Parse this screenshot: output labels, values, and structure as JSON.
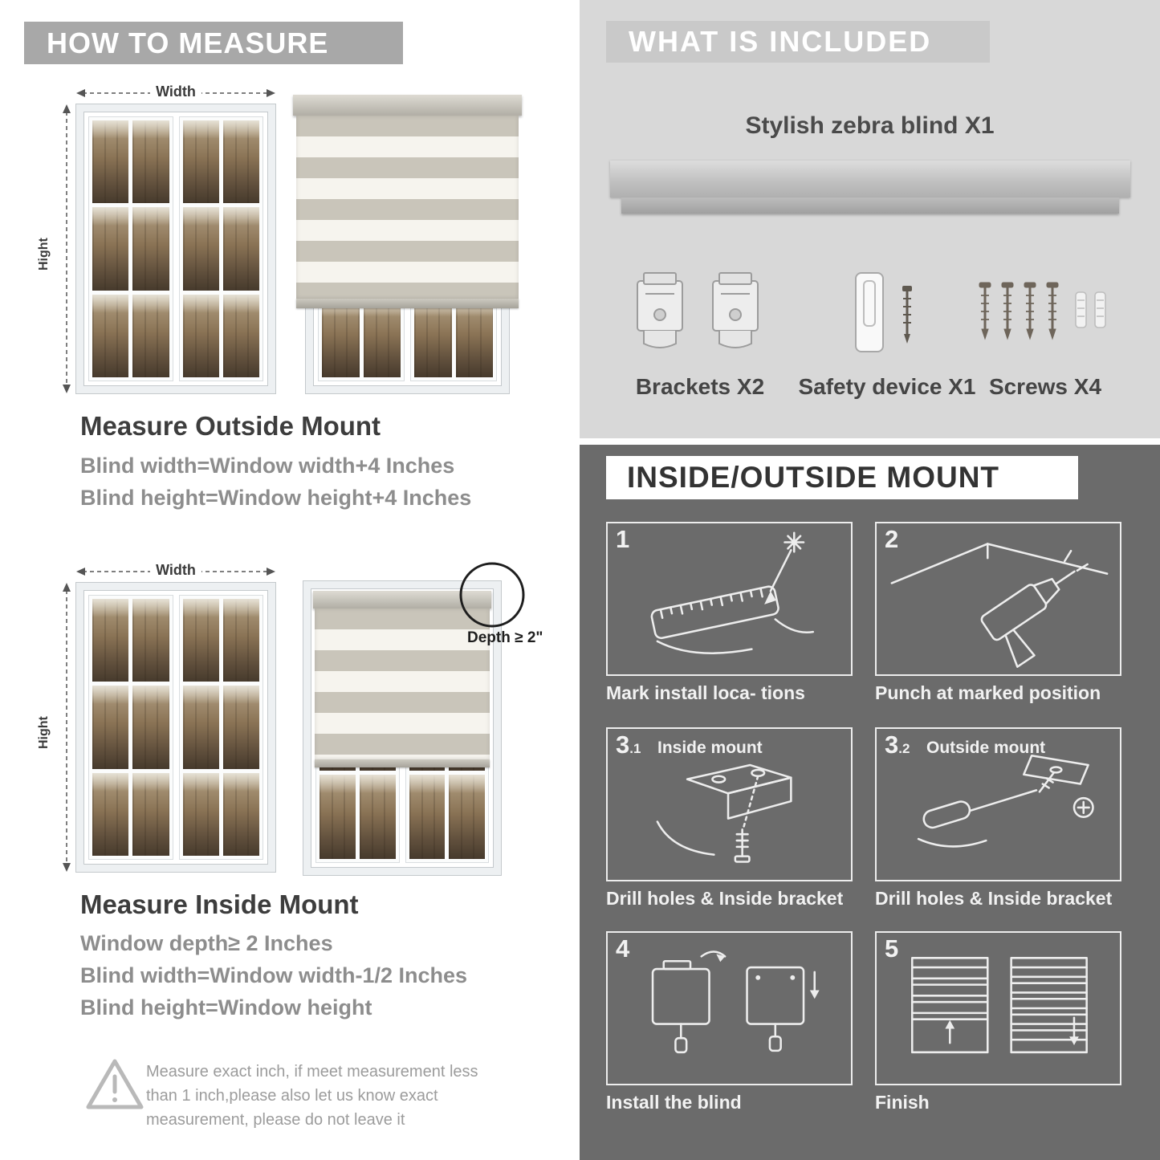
{
  "left": {
    "banner": "HOW TO MEASURE",
    "outside": {
      "width_label": "Width",
      "height_label": "Hight",
      "title": "Measure Outside Mount",
      "lines": [
        "Blind width=Window width+4 Inches",
        "Blind height=Window height+4 Inches"
      ]
    },
    "inside": {
      "width_label": "Width",
      "height_label": "Hight",
      "depth_callout": "Depth ≥ 2\"",
      "title": "Measure Inside Mount",
      "lines": [
        "Window depth≥ 2 Inches",
        "Blind width=Window width-1/2 Inches",
        "Blind height=Window height"
      ]
    },
    "note": "Measure exact inch, if meet measurement less than 1 inch,please also let us know exact measurement, please do not leave it"
  },
  "included": {
    "banner": "WHAT IS INCLUDED",
    "product_title": "Stylish zebra blind X1",
    "items": [
      {
        "label": "Brackets X2",
        "icon": "brackets-icon"
      },
      {
        "label": "Safety device X1",
        "icon": "safety-device-icon"
      },
      {
        "label": "Screws X4",
        "icon": "screws-icon"
      }
    ]
  },
  "mount": {
    "banner": "INSIDE/OUTSIDE MOUNT",
    "steps": [
      {
        "num": "1",
        "sub": "",
        "inlabel": "",
        "caption": "Mark install loca- tions"
      },
      {
        "num": "2",
        "sub": "",
        "inlabel": "",
        "caption": "Punch at  marked position"
      },
      {
        "num": "3",
        "sub": ".1",
        "inlabel": "Inside mount",
        "caption": "Drill holes &  Inside bracket"
      },
      {
        "num": "3",
        "sub": ".2",
        "inlabel": "Outside mount",
        "caption": "Drill holes &  Inside bracket"
      },
      {
        "num": "4",
        "sub": "",
        "inlabel": "",
        "caption": "Install the blind"
      },
      {
        "num": "5",
        "sub": "",
        "inlabel": "",
        "caption": "Finish"
      }
    ]
  },
  "colors": {
    "banner_gray": "#a8a8a8",
    "included_bg": "#d8d8d8",
    "dark_bg": "#6b6b6b",
    "title_dark": "#3d3d3d",
    "sub_gray": "#8d8d8d"
  }
}
